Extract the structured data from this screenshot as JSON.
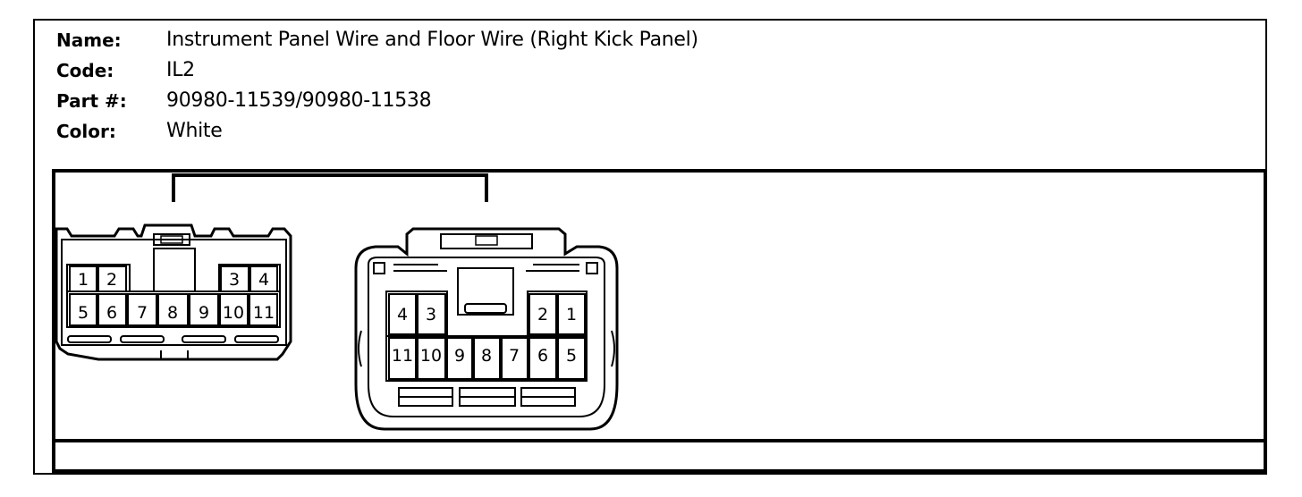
{
  "info": {
    "name_label": "Name:",
    "name_value": "Instrument Panel Wire and Floor Wire (Right Kick Panel)",
    "code_label": "Code:",
    "code_value": "IL2",
    "part_label": "Part #:",
    "part_value": "90980-11539/90980-11538",
    "color_label": "Color:",
    "color_value": "White"
  },
  "left_connector": {
    "pins": [
      "1",
      "2",
      "3",
      "4",
      "5",
      "6",
      "7",
      "8",
      "9",
      "10",
      "11"
    ]
  },
  "right_connector": {
    "pins": [
      "4",
      "3",
      "2",
      "1",
      "11",
      "10",
      "9",
      "8",
      "7",
      "6",
      "5"
    ]
  }
}
